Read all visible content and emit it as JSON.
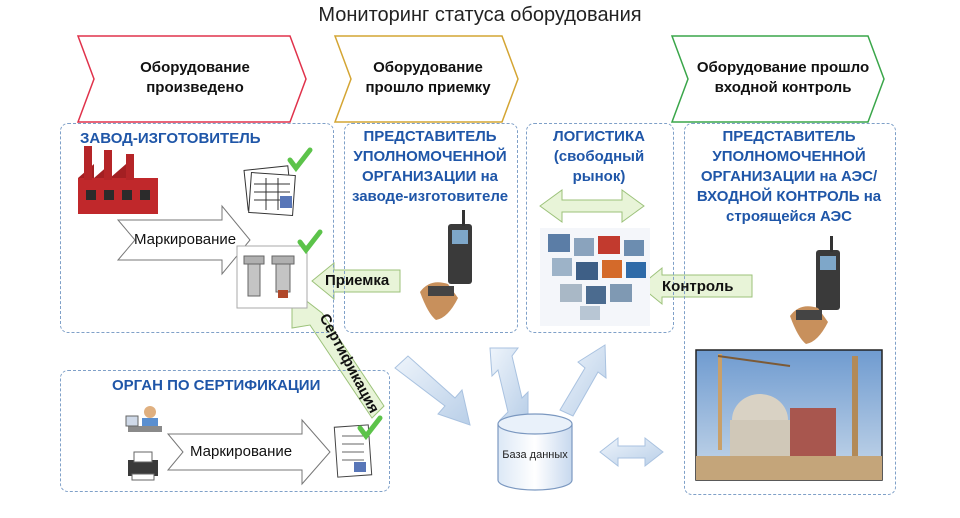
{
  "title": "Мониторинг статуса оборудования",
  "stages": [
    {
      "line1": "Оборудование",
      "line2": "произведено"
    },
    {
      "line1": "Оборудование",
      "line2": "прошло приемку"
    },
    {
      "line1": "Оборудование прошло",
      "line2": "входной контроль"
    }
  ],
  "panels": {
    "factory": {
      "title": "ЗАВОД-ИЗГОТОВИТЕЛЬ",
      "marking": "Маркирование"
    },
    "rep_factory": {
      "line1": "ПРЕДСТАВИТЕЛЬ",
      "line2": "УПОЛНОМОЧЕННОЙ",
      "line3": "ОРГАНИЗАЦИИ на",
      "line4": "заводе-изготовителе"
    },
    "logistics": {
      "line1": "ЛОГИСТИКА",
      "line2": "(свободный",
      "line3": "рынок)"
    },
    "rep_npp": {
      "line1": "ПРЕДСТАВИТЕЛЬ",
      "line2": "УПОЛНОМОЧЕННОЙ",
      "line3": "ОРГАНИЗАЦИИ на АЭС/",
      "line4": "ВХОДНОЙ КОНТРОЛЬ на",
      "line5": "строящейся АЭС"
    },
    "cert": {
      "title": "ОРГАН ПО СЕРТИФИКАЦИИ",
      "marking": "Маркирование"
    }
  },
  "arrows": {
    "acceptance": "Приемка",
    "control": "Контроль",
    "certification": "Сертификация"
  },
  "database": "База данных",
  "colors": {
    "chevron1": "#e0324b",
    "chevron2": "#d4a533",
    "chevron3": "#3aa64a",
    "panel_title": "#1f56a8",
    "panel_border": "#7fa0c8",
    "green_arrow": "#e8f4d8"
  }
}
